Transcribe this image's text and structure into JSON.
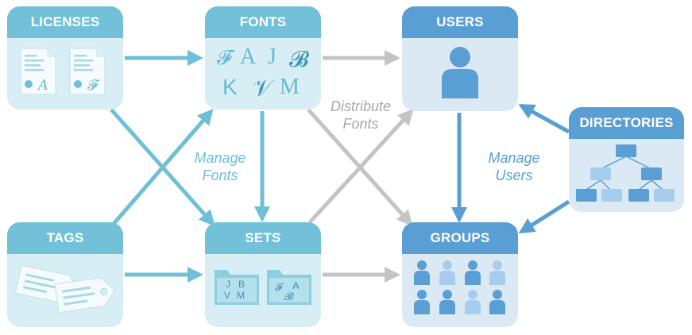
{
  "boxes": {
    "licenses": "LICENSES",
    "fonts": "FONTS",
    "users": "USERS",
    "directories": "DIRECTORIES",
    "tags": "TAGS",
    "sets": "SETS",
    "groups": "GROUPS"
  },
  "fonts_glyphs": [
    "𝓕",
    "A",
    "J",
    "𝓑",
    "K",
    "𝒱",
    "M"
  ],
  "license_glyphs": [
    "A",
    "𝓕"
  ],
  "set_glyphs": {
    "folder1": [
      "J",
      "B",
      "V",
      "M"
    ],
    "folder2": [
      "𝓕",
      "A",
      "𝓑"
    ]
  },
  "labels": {
    "manage_fonts": [
      "Manage",
      "Fonts"
    ],
    "distribute_fonts": [
      "Distribute",
      "Fonts"
    ],
    "manage_users": [
      "Manage",
      "Users"
    ]
  },
  "colors": {
    "teal_header": "#72c1d9",
    "teal_body": "#d7eef5",
    "blue_header": "#5a9fd4",
    "blue_body": "#dbe9f5",
    "teal_arrow": "#6fbfd8",
    "gray_arrow": "#c4c4c4",
    "blue_arrow": "#5a9fd4"
  }
}
